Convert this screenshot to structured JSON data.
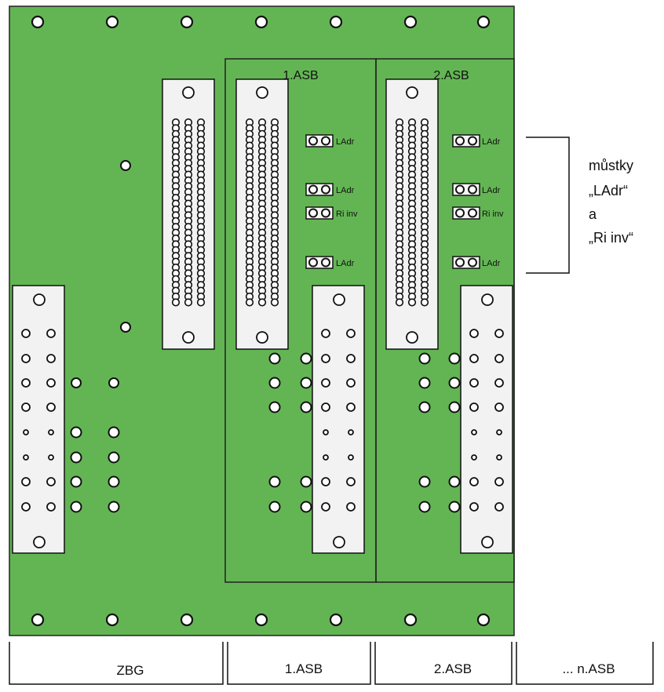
{
  "board": {
    "color": "#63b554",
    "slot_titles": [
      "1.ASB",
      "2.ASB"
    ]
  },
  "jumpers": {
    "slot1": [
      "LAdr",
      "LAdr",
      "Ri inv",
      "LAdr"
    ],
    "slot2": [
      "LAdr",
      "LAdr",
      "Ri inv",
      "LAdr"
    ]
  },
  "annotation": {
    "lines": [
      "můstky",
      "„LAdr“",
      "a",
      "„Ri inv“"
    ]
  },
  "footer": {
    "labels": [
      "ZBG",
      "1.ASB",
      "2.ASB",
      "... n.ASB"
    ]
  }
}
